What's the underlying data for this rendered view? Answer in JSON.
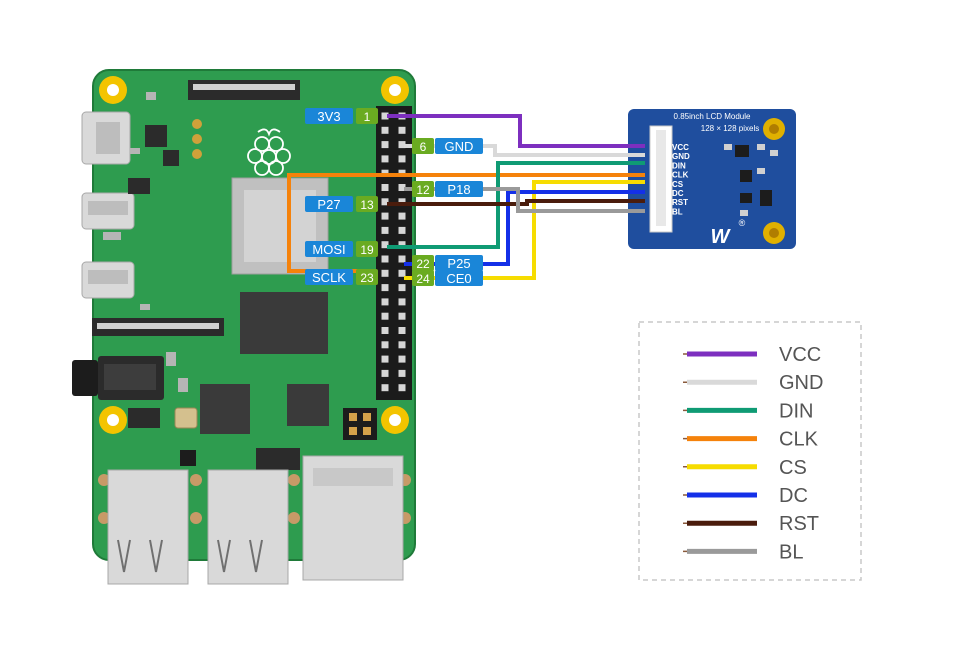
{
  "lcd_module": {
    "title": "0.85inch LCD Module",
    "resolution": "128 × 128 pixels",
    "pin_labels": [
      "VCC",
      "GND",
      "DIN",
      "CLK",
      "CS",
      "DC",
      "RST",
      "BL"
    ],
    "brand_mark": "W",
    "registered_symbol": "®"
  },
  "pi_header_labels": {
    "vcc": {
      "name": "3V3",
      "pin": "1"
    },
    "gnd": {
      "name": "GND",
      "pin": "6"
    },
    "bl": {
      "name": "P18",
      "pin": "12"
    },
    "rst": {
      "name": "P27",
      "pin": "13"
    },
    "din": {
      "name": "MOSI",
      "pin": "19"
    },
    "dc": {
      "name": "P25",
      "pin": "22"
    },
    "clk": {
      "name": "SCLK",
      "pin": "23"
    },
    "cs": {
      "name": "CE0",
      "pin": "24"
    }
  },
  "legend": [
    {
      "label": "VCC",
      "color": "#7d2fbf"
    },
    {
      "label": "GND",
      "color": "#d9d9d9"
    },
    {
      "label": "DIN",
      "color": "#0f9b74"
    },
    {
      "label": "CLK",
      "color": "#f5820b"
    },
    {
      "label": "CS",
      "color": "#f6dc00"
    },
    {
      "label": "DC",
      "color": "#1430e8"
    },
    {
      "label": "RST",
      "color": "#4a1c0c"
    },
    {
      "label": "BL",
      "color": "#9a9a9a"
    }
  ],
  "colors": {
    "board": "#2e9c4f",
    "board_dark": "#1f7a39",
    "name_tag": "#1a86d8",
    "pin_tag": "#6aab21",
    "lcd_pcb": "#1f4e9e"
  }
}
